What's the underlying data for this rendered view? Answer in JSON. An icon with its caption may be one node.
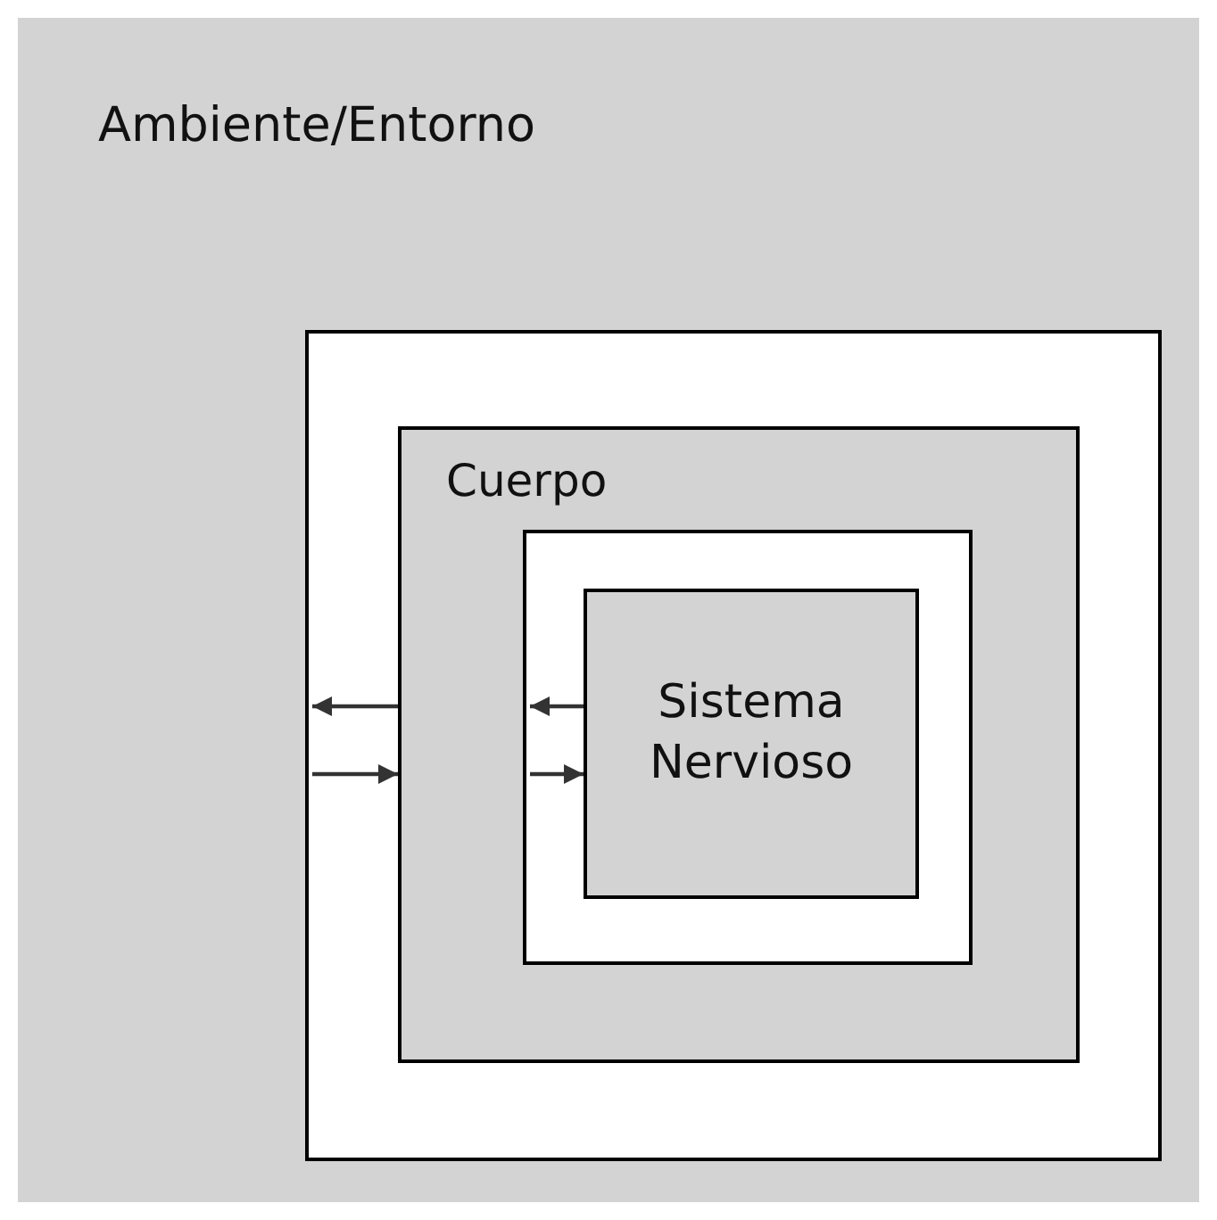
{
  "diagram": {
    "nodes": [
      {
        "text": [
          "Ambiente/Entorno"
        ]
      },
      {
        "text": [],
        "shape": "box",
        "in": 0
      },
      {
        "text": [
          "Cuerpo"
        ],
        "in": 1
      },
      {
        "text": [],
        "shape": "box",
        "in": 2
      },
      {
        "text": [
          "Sistema Nervioso"
        ],
        "in": 3
      }
    ],
    "edges": [
      {
        "from": 2,
        "to": 1,
        "arrow": "to"
      },
      {
        "from": 1,
        "to": 2,
        "arrow": "to"
      },
      {
        "from": 4,
        "to": 3,
        "arrow": "to"
      },
      {
        "from": 3,
        "to": 4,
        "arrow": "to"
      }
    ]
  }
}
